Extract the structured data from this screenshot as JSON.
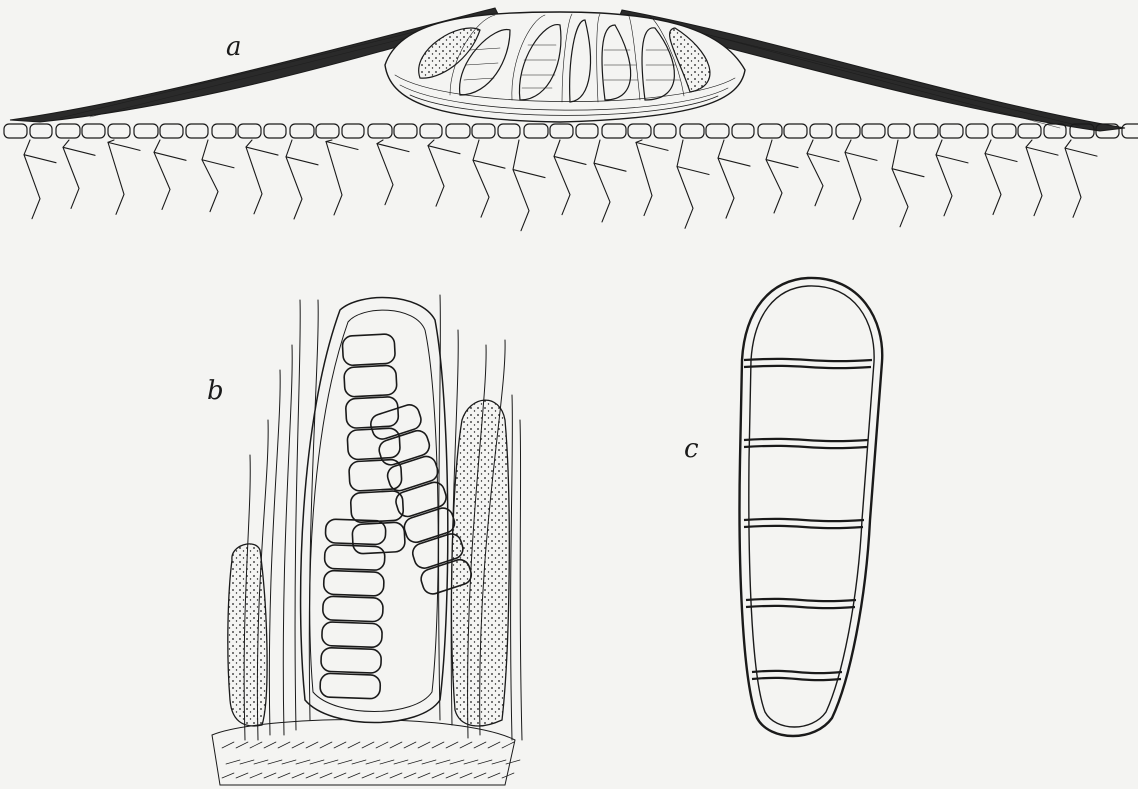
{
  "labels": {
    "a": "a",
    "b": "b",
    "c": "c"
  },
  "colors": {
    "paper": "#f4f4f2",
    "ink": "#1a1a1a"
  }
}
